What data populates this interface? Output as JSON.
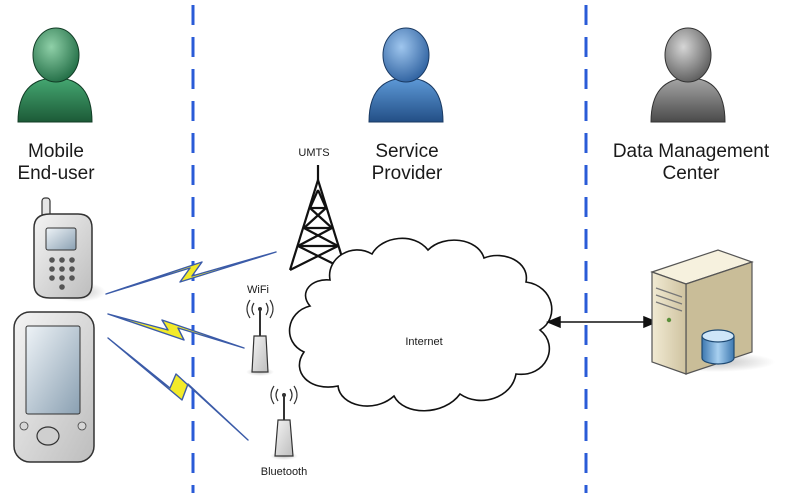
{
  "roles": {
    "mobile_user": {
      "line1": "Mobile",
      "line2": "End-user",
      "color": "#2e8b57"
    },
    "service_provider": {
      "line1": "Service",
      "line2": "Provider",
      "color": "#4a86c8"
    },
    "data_center": {
      "line1": "Data Management",
      "line2": "Center",
      "color": "#8a8a8a"
    }
  },
  "network_labels": {
    "umts": "UMTS",
    "wifi": "WiFi",
    "bluetooth": "Bluetooth",
    "internet": "Internet"
  },
  "colors": {
    "divider": "#2a5bd7",
    "lightning_fill": "#f2ea2a",
    "lightning_edge": "#3b5ba8",
    "tower": "#111111"
  },
  "icons": [
    "person-icon",
    "mobile-phone-icon",
    "pda-icon",
    "cell-tower-icon",
    "wifi-access-point-icon",
    "bluetooth-device-icon",
    "cloud-icon",
    "server-icon",
    "database-icon"
  ]
}
